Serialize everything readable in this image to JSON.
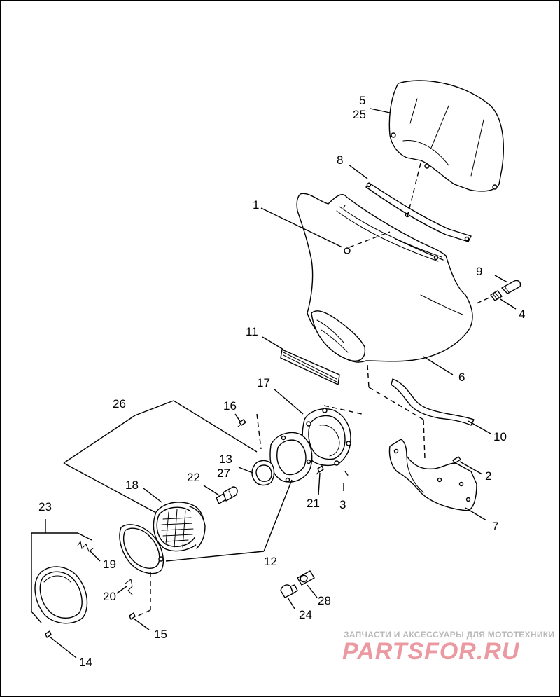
{
  "callouts": [
    {
      "id": "1",
      "text": "1"
    },
    {
      "id": "2",
      "text": "2"
    },
    {
      "id": "3",
      "text": "3"
    },
    {
      "id": "4",
      "text": "4"
    },
    {
      "id": "5",
      "text": "5"
    },
    {
      "id": "25",
      "text": "25"
    },
    {
      "id": "6",
      "text": "6"
    },
    {
      "id": "7",
      "text": "7"
    },
    {
      "id": "8",
      "text": "8"
    },
    {
      "id": "9",
      "text": "9"
    },
    {
      "id": "10",
      "text": "10"
    },
    {
      "id": "11",
      "text": "11"
    },
    {
      "id": "12",
      "text": "12"
    },
    {
      "id": "13",
      "text": "13"
    },
    {
      "id": "27",
      "text": "27"
    },
    {
      "id": "14",
      "text": "14"
    },
    {
      "id": "15",
      "text": "15"
    },
    {
      "id": "16",
      "text": "16"
    },
    {
      "id": "17",
      "text": "17"
    },
    {
      "id": "18",
      "text": "18"
    },
    {
      "id": "19",
      "text": "19"
    },
    {
      "id": "20",
      "text": "20"
    },
    {
      "id": "21",
      "text": "21"
    },
    {
      "id": "22",
      "text": "22"
    },
    {
      "id": "23",
      "text": "23"
    },
    {
      "id": "24",
      "text": "24"
    },
    {
      "id": "26",
      "text": "26"
    },
    {
      "id": "28",
      "text": "28"
    }
  ],
  "watermark": {
    "tagline": "ЗАПЧАСТИ И АКСЕССУАРЫ ДЛЯ МОТОТЕХНИКИ",
    "logo": "PARTSFOR.RU"
  },
  "colors": {
    "line": "#000000",
    "background": "#ffffff",
    "watermark_text": "#b9b9b9",
    "watermark_logo": "#ec9aa2"
  }
}
